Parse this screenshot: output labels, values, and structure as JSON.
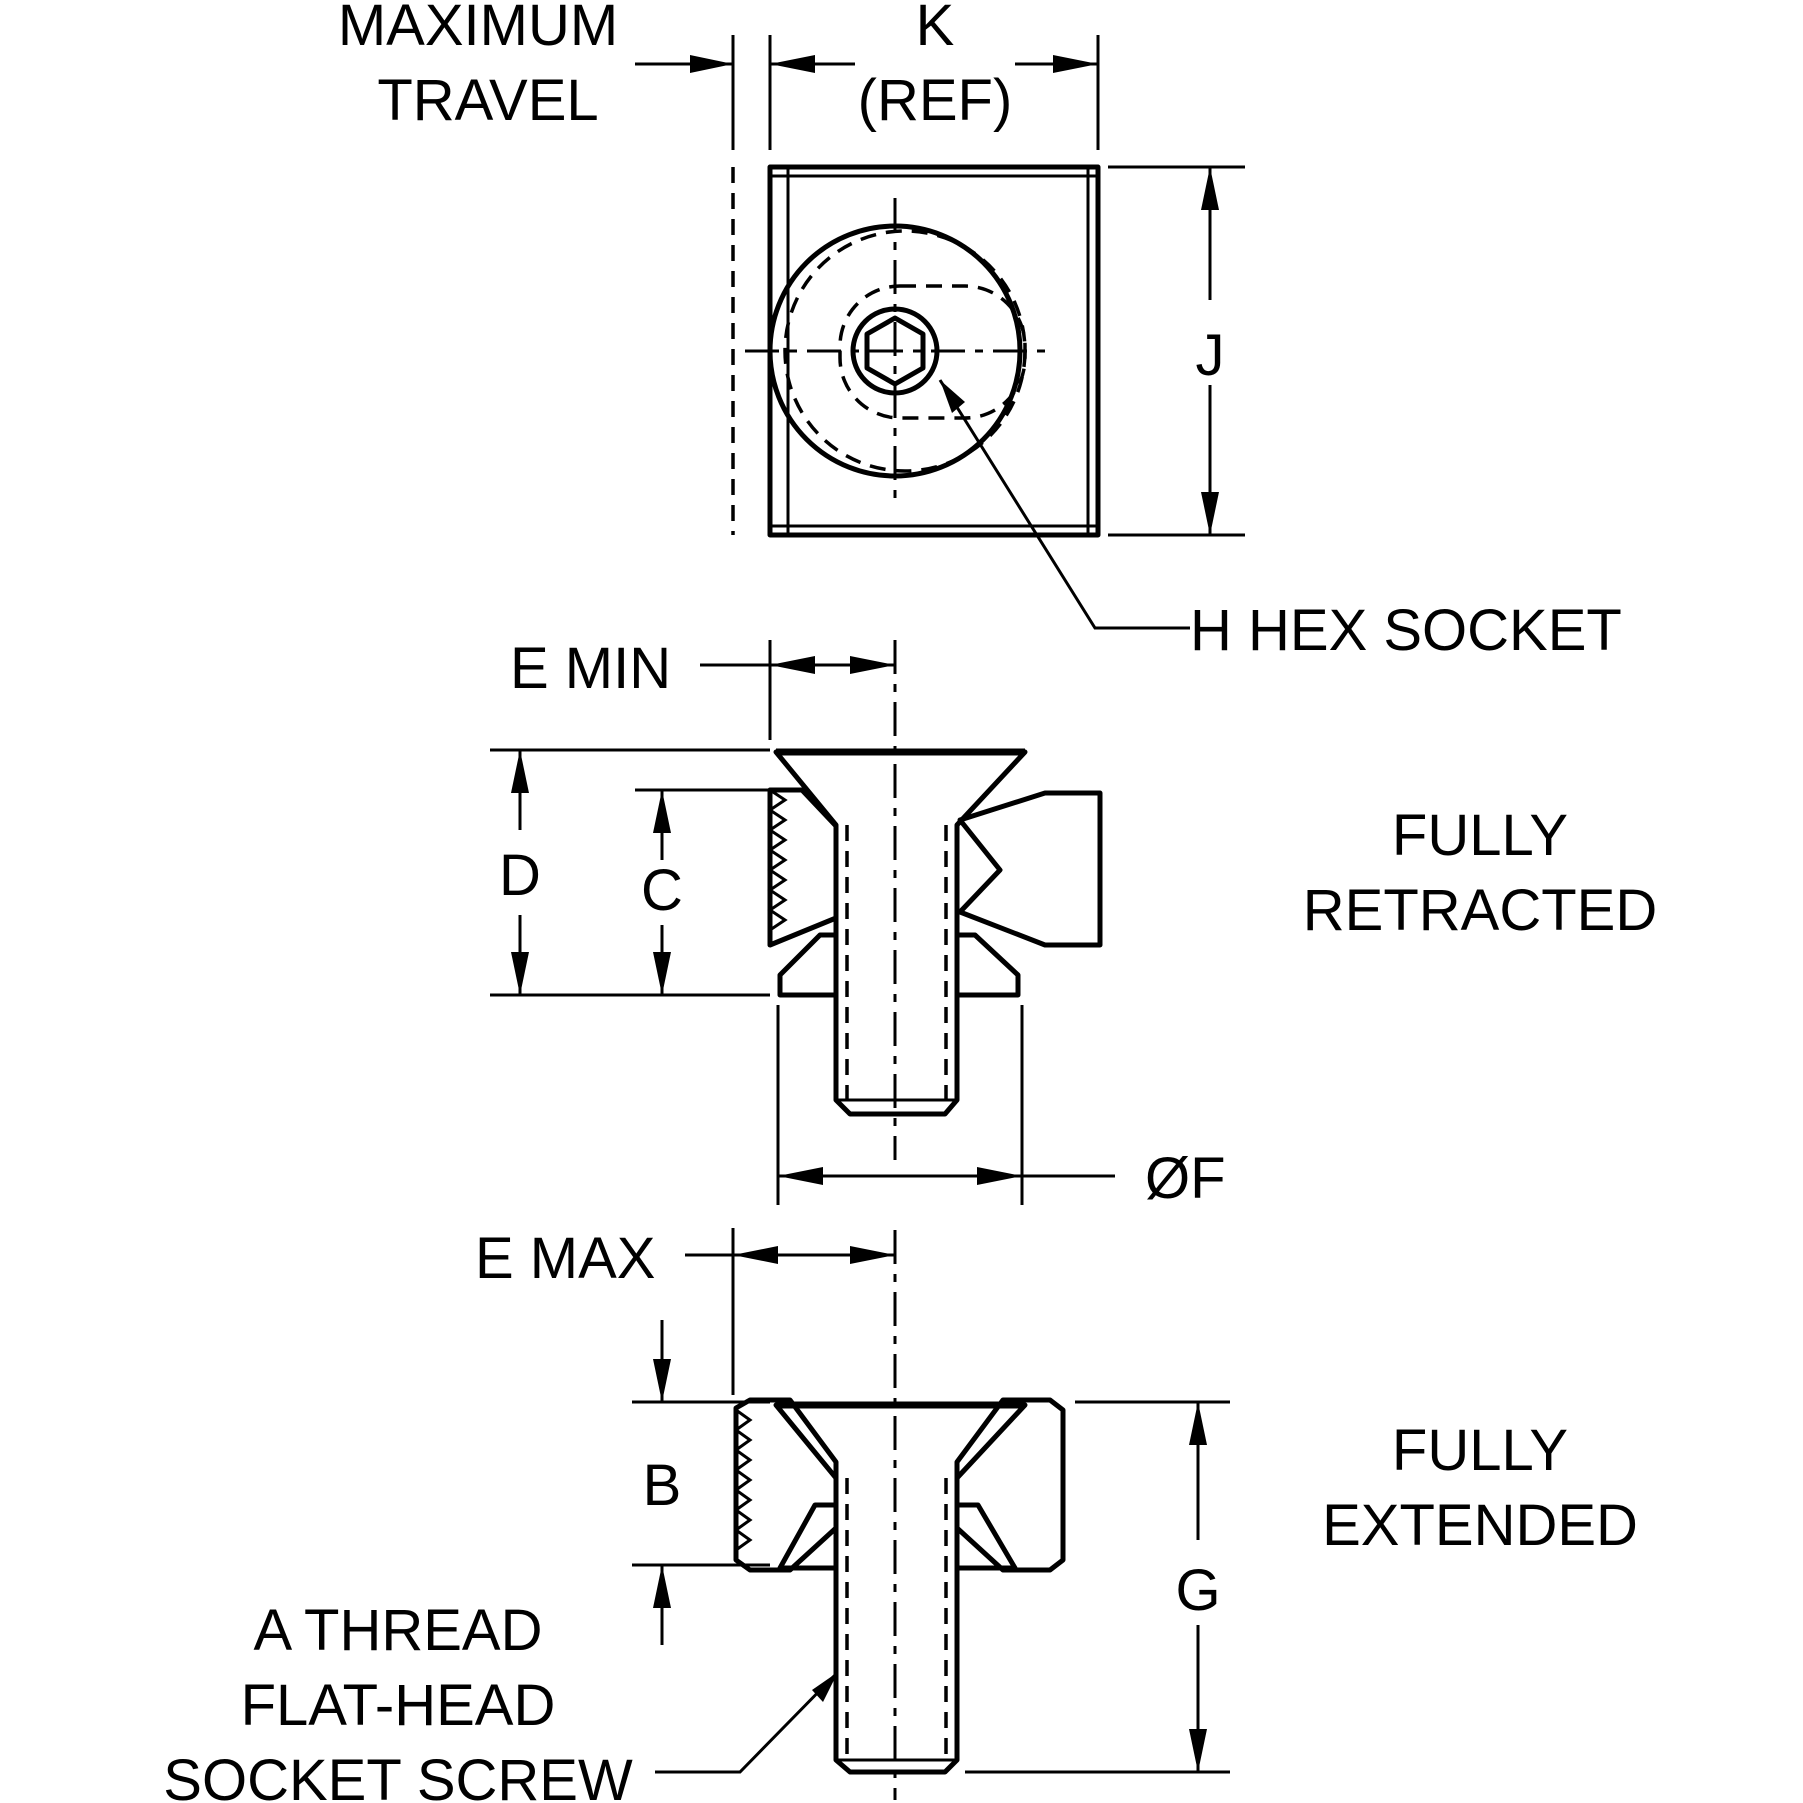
{
  "labels": {
    "maximum_travel_line1": "MAXIMUM",
    "maximum_travel_line2": "TRAVEL",
    "k_line1": "K",
    "k_line2": "(REF)",
    "j": "J",
    "h_hex_socket": "H HEX SOCKET",
    "e_min": "E MIN",
    "d": "D",
    "c": "C",
    "fully_retracted_line1": "FULLY",
    "fully_retracted_line2": "RETRACTED",
    "diameter_f": "ØF",
    "e_max": "E MAX",
    "b": "B",
    "fully_extended_line1": "FULLY",
    "fully_extended_line2": "EXTENDED",
    "g": "G",
    "a_thread_line1": "A THREAD",
    "a_thread_line2": "FLAT-HEAD",
    "a_thread_line3": "SOCKET SCREW"
  }
}
